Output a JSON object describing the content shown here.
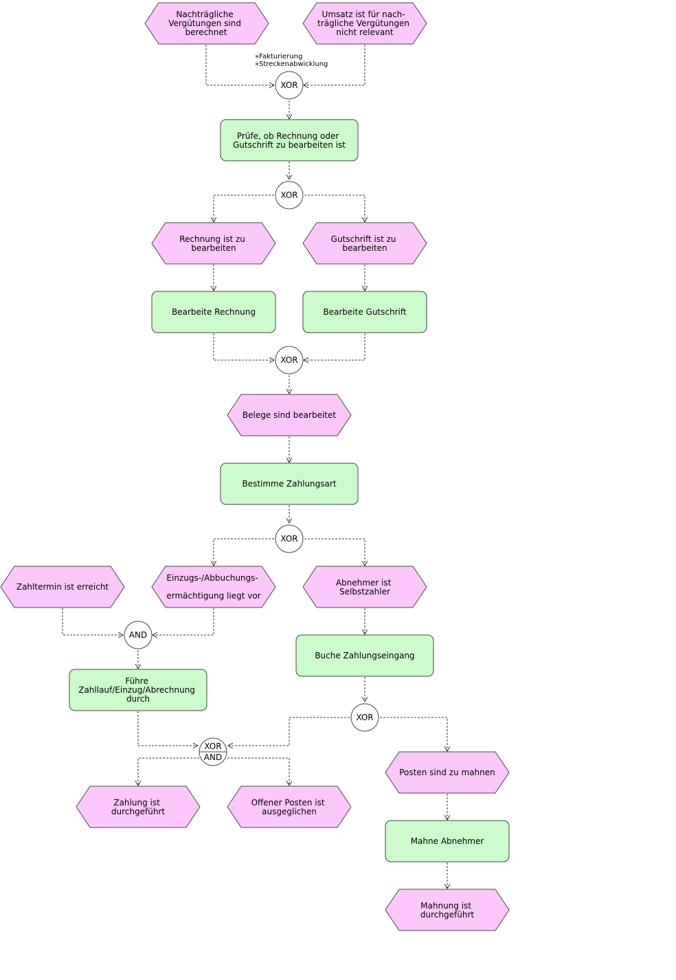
{
  "nodes": {
    "e_verguetungen": {
      "lines": [
        "Nachträgliche",
        "Vergütungen sind",
        "berechnet"
      ]
    },
    "e_umsatz": {
      "lines": [
        "Umsatz ist für nach-",
        "trägliche Vergütungen",
        "nicht relevant"
      ]
    },
    "annotation": {
      "lines": [
        "»Fakturierung",
        "»Streckenabwicklung"
      ]
    },
    "c1": {
      "label": "XOR"
    },
    "f_pruefe": {
      "lines": [
        "Prüfe, ob Rechnung oder",
        "Gutschrift zu bearbeiten ist"
      ]
    },
    "c2": {
      "label": "XOR"
    },
    "e_rechnung": {
      "lines": [
        "Rechnung ist zu",
        "bearbeiten"
      ]
    },
    "e_gutschrift": {
      "lines": [
        "Gutschrift ist zu",
        "bearbeiten"
      ]
    },
    "f_rechnung": {
      "lines": [
        "Bearbeite Rechnung"
      ]
    },
    "f_gutschrift": {
      "lines": [
        "Bearbeite Gutschrift"
      ]
    },
    "c3": {
      "label": "XOR"
    },
    "e_belege": {
      "lines": [
        "Belege sind bearbeitet"
      ]
    },
    "f_zahlungsart": {
      "lines": [
        "Bestimme Zahlungsart"
      ]
    },
    "c4": {
      "label": "XOR"
    },
    "e_zahltermin": {
      "lines": [
        "Zahltermin ist erreicht"
      ]
    },
    "e_einzug": {
      "lines": [
        "Einzugs-/Abbuchungs-",
        "ermächtigung liegt vor"
      ]
    },
    "e_selbstzahler": {
      "lines": [
        "Abnehmer ist",
        "Selbstzahler"
      ]
    },
    "c5": {
      "label": "AND"
    },
    "f_zahllauf": {
      "lines": [
        "Führe",
        "Zahllauf/Einzug/Abrechnung",
        "durch"
      ]
    },
    "f_zahlungseingang": {
      "lines": [
        "Buche Zahlungseingang"
      ]
    },
    "c6": {
      "label": "XOR"
    },
    "c7": {
      "top_label": "XOR",
      "bottom_label": "AND"
    },
    "e_zahlung": {
      "lines": [
        "Zahlung ist",
        "durchgeführt"
      ]
    },
    "e_offener": {
      "lines": [
        "Offener Posten ist",
        "ausgeglichen"
      ]
    },
    "e_posten": {
      "lines": [
        "Posten sind zu mahnen"
      ]
    },
    "f_mahne": {
      "lines": [
        "Mahne Abnehmer"
      ]
    },
    "e_mahnung": {
      "lines": [
        "Mahnung ist",
        "durchgeführt"
      ]
    }
  },
  "colors": {
    "event_fill": "#fcc8fc",
    "function_fill": "#ccfccc",
    "connector_fill": "#ffffff",
    "stroke": "#444444"
  }
}
